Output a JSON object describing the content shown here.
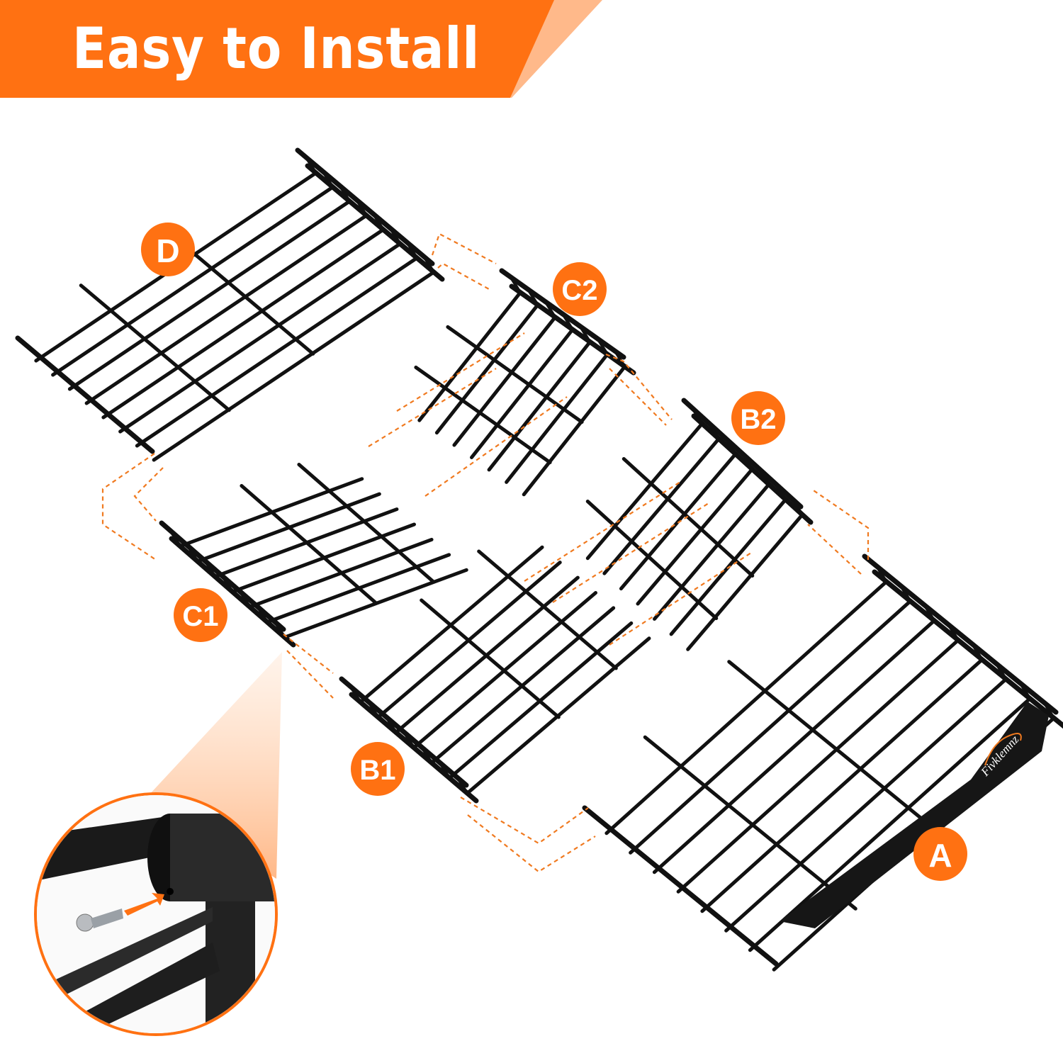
{
  "banner": {
    "title": "Easy to Install",
    "color": "#FF7112",
    "accent_color": "#FFB98A"
  },
  "parts": [
    {
      "id": "D",
      "label": "D"
    },
    {
      "id": "C2",
      "label": "C2"
    },
    {
      "id": "B2",
      "label": "B2"
    },
    {
      "id": "C1",
      "label": "C1"
    },
    {
      "id": "B1",
      "label": "B1"
    },
    {
      "id": "A",
      "label": "A"
    }
  ],
  "brand": {
    "logo_text": "Fivklemnz"
  },
  "detail_inset": {
    "icon": "screw-into-tube-icon"
  },
  "colors": {
    "rack": "#111111",
    "arrow": "#F07A20",
    "label_bg": "#FF7112"
  }
}
